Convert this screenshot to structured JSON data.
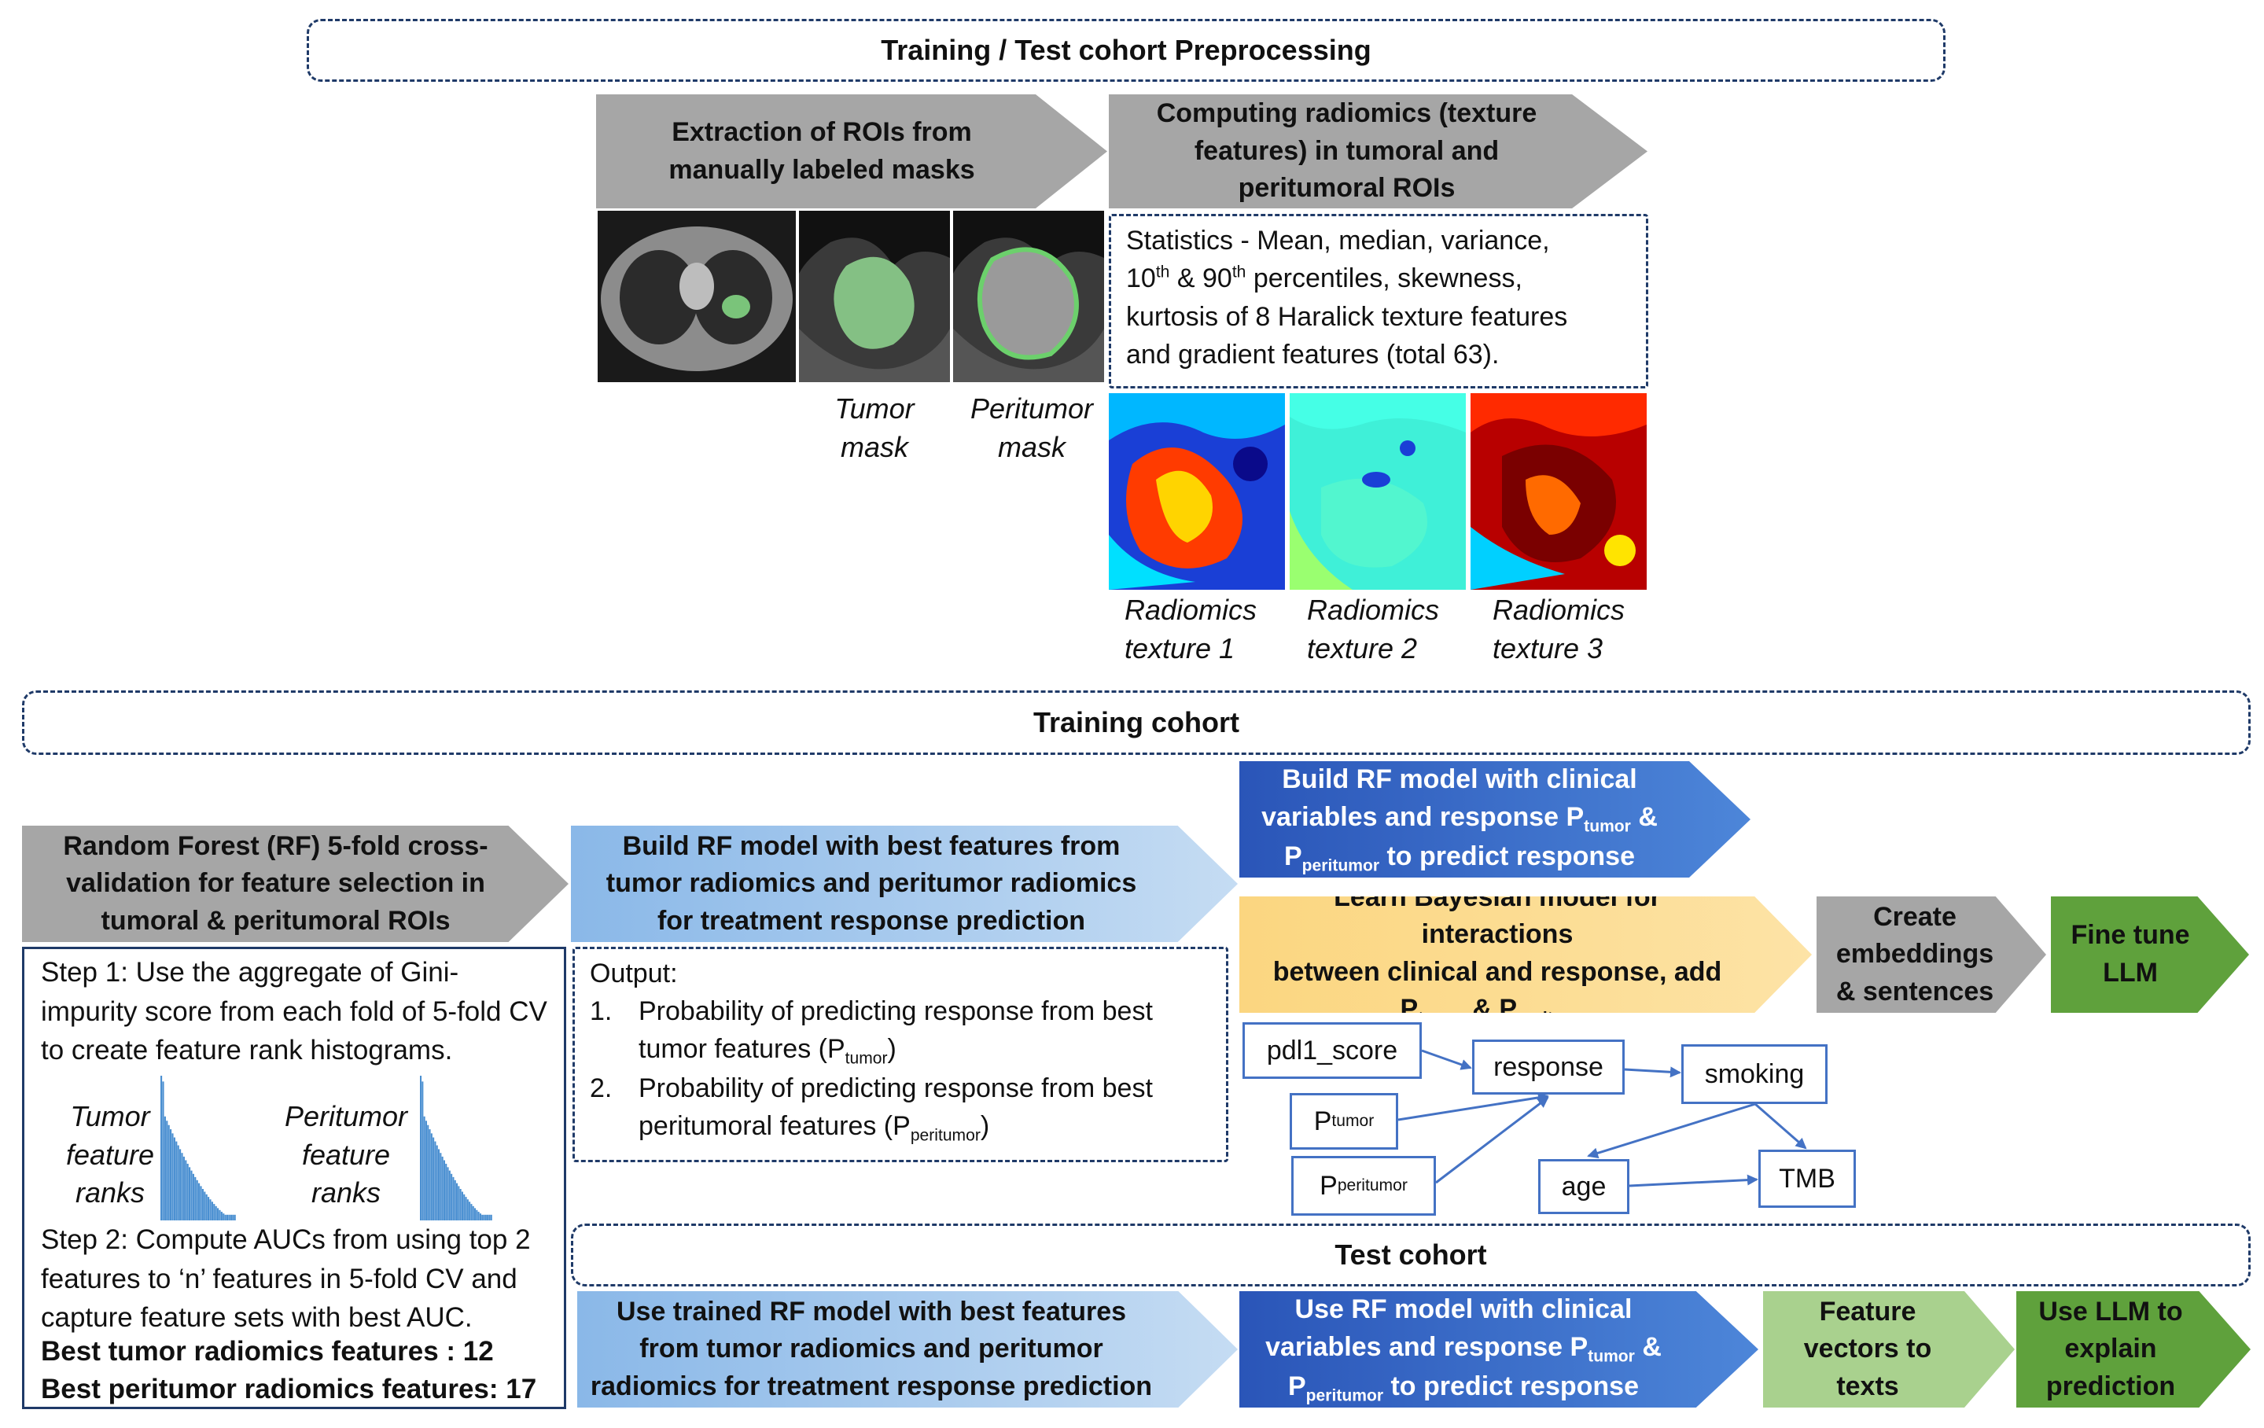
{
  "sections": {
    "preprocessing": "Training / Test cohort Preprocessing",
    "training": "Training cohort",
    "test": "Test cohort"
  },
  "preproc": {
    "extraction_arrow": "Extraction of ROIs from manually labeled masks",
    "radiomics_arrow": "Computing radiomics (texture features) in tumoral and peritumoral ROIs",
    "stats_line1": "Statistics - Mean, median, variance,",
    "stats_l2_a": "10",
    "stats_l2_sup1": "th",
    "stats_l2_b": " & 90",
    "stats_l2_sup2": "th",
    "stats_l2_c": " percentiles, skewness,",
    "stats_line3": "kurtosis of 8 Haralick texture features",
    "stats_line4": "and gradient features (total 63).",
    "tumor_mask_caption": [
      "Tumor",
      "mask"
    ],
    "peritumor_mask_caption": [
      "Peritumor",
      "mask"
    ],
    "texture_captions": [
      [
        "Radiomics",
        "texture 1"
      ],
      [
        "Radiomics",
        "texture 2"
      ],
      [
        "Radiomics",
        "texture 3"
      ]
    ]
  },
  "training": {
    "rf_cv_arrow": "Random Forest (RF) 5-fold cross-validation for feature selection in tumoral & peritumoral ROIs",
    "step1": "Step 1: Use the aggregate of Gini-impurity score from each fold of 5-fold CV to create feature rank histograms.",
    "tumor_ranks": [
      "Tumor",
      "feature",
      "ranks"
    ],
    "peritumor_ranks": [
      "Peritumor",
      "feature",
      "ranks"
    ],
    "step2": "Step 2: Compute AUCs from using top 2 features to ‘n’ features in 5-fold CV and capture feature sets with best AUC.",
    "best_tumor": "Best tumor radiomics  features : 12",
    "best_peritumor": "Best peritumor radiomics  features: 17",
    "build_rf_arrow": "Build RF model with best features from tumor radiomics and peritumor radiomics for treatment response prediction",
    "output_title": "Output:",
    "output_item1_a": "Probability of predicting response from best tumor features (P",
    "output_item1_sub": "tumor",
    "output_item1_b": ")",
    "output_item2_a": "Probability of predicting response from best peritumoral features (P",
    "output_item2_sub": "peritumor",
    "output_item2_b": ")",
    "clinical_rf_l1": "Build RF model with clinical",
    "clinical_rf_l2_a": "variables and response P",
    "clinical_rf_l2_sub": "tumor",
    "clinical_rf_l2_b": " &",
    "clinical_rf_l3_a": "P",
    "clinical_rf_l3_sub": "peritumor",
    "clinical_rf_l3_b": " to predict response",
    "bayes_l1": "Learn Bayesian model for interactions",
    "bayes_l2": "between clinical and response, add",
    "bayes_l3_a": "P",
    "bayes_l3_sub1": "tumor",
    "bayes_l3_mid": " & P",
    "bayes_l3_sub2": "peritumor",
    "embeddings_arrow": "Create embeddings & sentences",
    "finetune_arrow": "Fine tune LLM"
  },
  "bayes_graph": {
    "pdl1": "pdl1_score",
    "response": "response",
    "smoking": "smoking",
    "p_main": "P",
    "p_tumor_sub": "tumor",
    "p_peri_sub": "peritumor",
    "age": "age",
    "tmb": "TMB"
  },
  "test": {
    "trained_rf_arrow": "Use trained RF model with best features from tumor radiomics and peritumor radiomics for treatment response prediction",
    "rf_clin_l1": "Use RF model with clinical",
    "rf_clin_l2_a": "variables and response P",
    "rf_clin_l2_sub": "tumor",
    "rf_clin_l2_b": " &",
    "rf_clin_l3_a": "P",
    "rf_clin_l3_sub": "peritumor",
    "rf_clin_l3_b": " to predict response",
    "feature_vectors_arrow": "Feature vectors to texts",
    "llm_explain_arrow": "Use LLM to explain prediction"
  },
  "colors": {
    "border": "#1f3a68",
    "gray": "#a6a6a6",
    "light_blue": "#a9cbee",
    "dark_blue": "#2f5fc4",
    "orange": "#fcd97e",
    "light_green": "#a9d18e",
    "green": "#5fa13c",
    "node_border": "#4472c4"
  }
}
